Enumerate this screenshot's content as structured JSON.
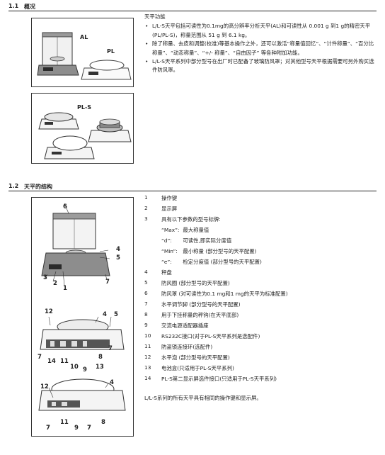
{
  "section1": {
    "number": "1.1",
    "title": "概况",
    "features_heading": "天平功能",
    "features": [
      "L/L-S天平包括可读性为0.1mg的高分辨率分析天平(AL)和可读性从 0.001 g 到1 g的精密天平(PL/PL-S)，称量范围从 51 g 到 6.1 kg。",
      "除了称量、去皮和调整(校准)等基本操作之外，还可以激活“称量值回忆”、“计件称量”、“百分比称量”、“动态称量”、“+/- 称量”、“自由因子” 等各种附加功能。",
      "L/L-S天平系列中部分型号在出厂时已配备了玻璃防风罩；对其他型号天平根据需要可另外购买选件防风罩。"
    ],
    "figure_labels": {
      "al": "AL",
      "pl": "PL",
      "pls": "PL-S"
    }
  },
  "section2": {
    "number": "1.2",
    "title": "天平的结构",
    "parts": [
      {
        "num": "1",
        "text": "操作键"
      },
      {
        "num": "2",
        "text": "显示屏"
      },
      {
        "num": "3",
        "text": "具有以下参数的型号标牌:"
      },
      {
        "num": "4",
        "text": "秤盘"
      },
      {
        "num": "5",
        "text": "防风圈 (部分型号的天平配置)"
      },
      {
        "num": "6",
        "text": "防风罩 (对可读性为0.1 mg和1 mg的天平为标准配置)"
      },
      {
        "num": "7",
        "text": "水平调节脚 (部分型号的天平配置)"
      },
      {
        "num": "8",
        "text": "用于下挂称量的秤钩(在天平底部)"
      },
      {
        "num": "9",
        "text": "交流电源适配器插座"
      },
      {
        "num": "10",
        "text": "RS232C接口(对于PL-S天平系列是选配件)"
      },
      {
        "num": "11",
        "text": "防盗锁连接环(选配件)"
      },
      {
        "num": "12",
        "text": "水平泡 (部分型号的天平配置)"
      },
      {
        "num": "13",
        "text": "电池盒(只适用于PL-S天平系列)"
      },
      {
        "num": "14",
        "text": "PL-S第二显示屏选件接口(只适用于PL-S天平系列)"
      }
    ],
    "sub_params": [
      {
        "key": "“Max”:",
        "value": "最大称量值"
      },
      {
        "key": "“d”:",
        "value": "可读性,即实际分度值"
      },
      {
        "key": "“Min”:",
        "value": "最小称量 (部分型号的天平配置)"
      },
      {
        "key": "“e”:",
        "value": "检定分度值 (部分型号的天平配置)"
      }
    ],
    "note": "L/L-S系列的所有天平具有相同的操作键和显示屏。",
    "callouts": {
      "fig1": [
        "6",
        "4",
        "5",
        "3",
        "2",
        "1",
        "7"
      ],
      "fig2": [
        "12",
        "4",
        "5",
        "7",
        "14",
        "11",
        "10",
        "9",
        "13",
        "8",
        "7"
      ],
      "fig3": [
        "12",
        "4",
        "7",
        "11",
        "9",
        "7",
        "8"
      ]
    }
  }
}
